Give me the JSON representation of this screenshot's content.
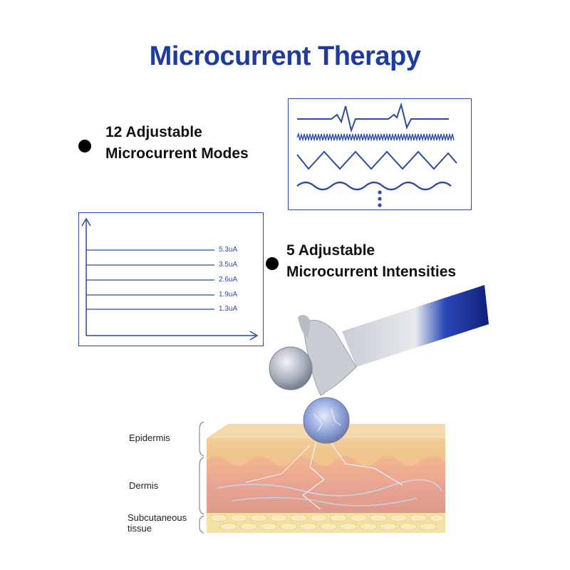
{
  "title": "Microcurrent Therapy",
  "features": [
    {
      "line1": "12 Adjustable",
      "line2": "Microcurrent Modes"
    },
    {
      "line1": "5 Adjustable",
      "line2": "Microcurrent Intensities"
    }
  ],
  "intensity_levels": [
    "5.3uA",
    "3.5uA",
    "2.6uA",
    "1.9uA",
    "1.3uA"
  ],
  "skin_layers": {
    "epidermis": "Epidermis",
    "dermis": "Dermis",
    "subcutaneous_line1": "Subcutaneous",
    "subcutaneous_line2": "tissue"
  },
  "colors": {
    "accent": "#1f3c9c",
    "wave": "#2c4aa6"
  }
}
